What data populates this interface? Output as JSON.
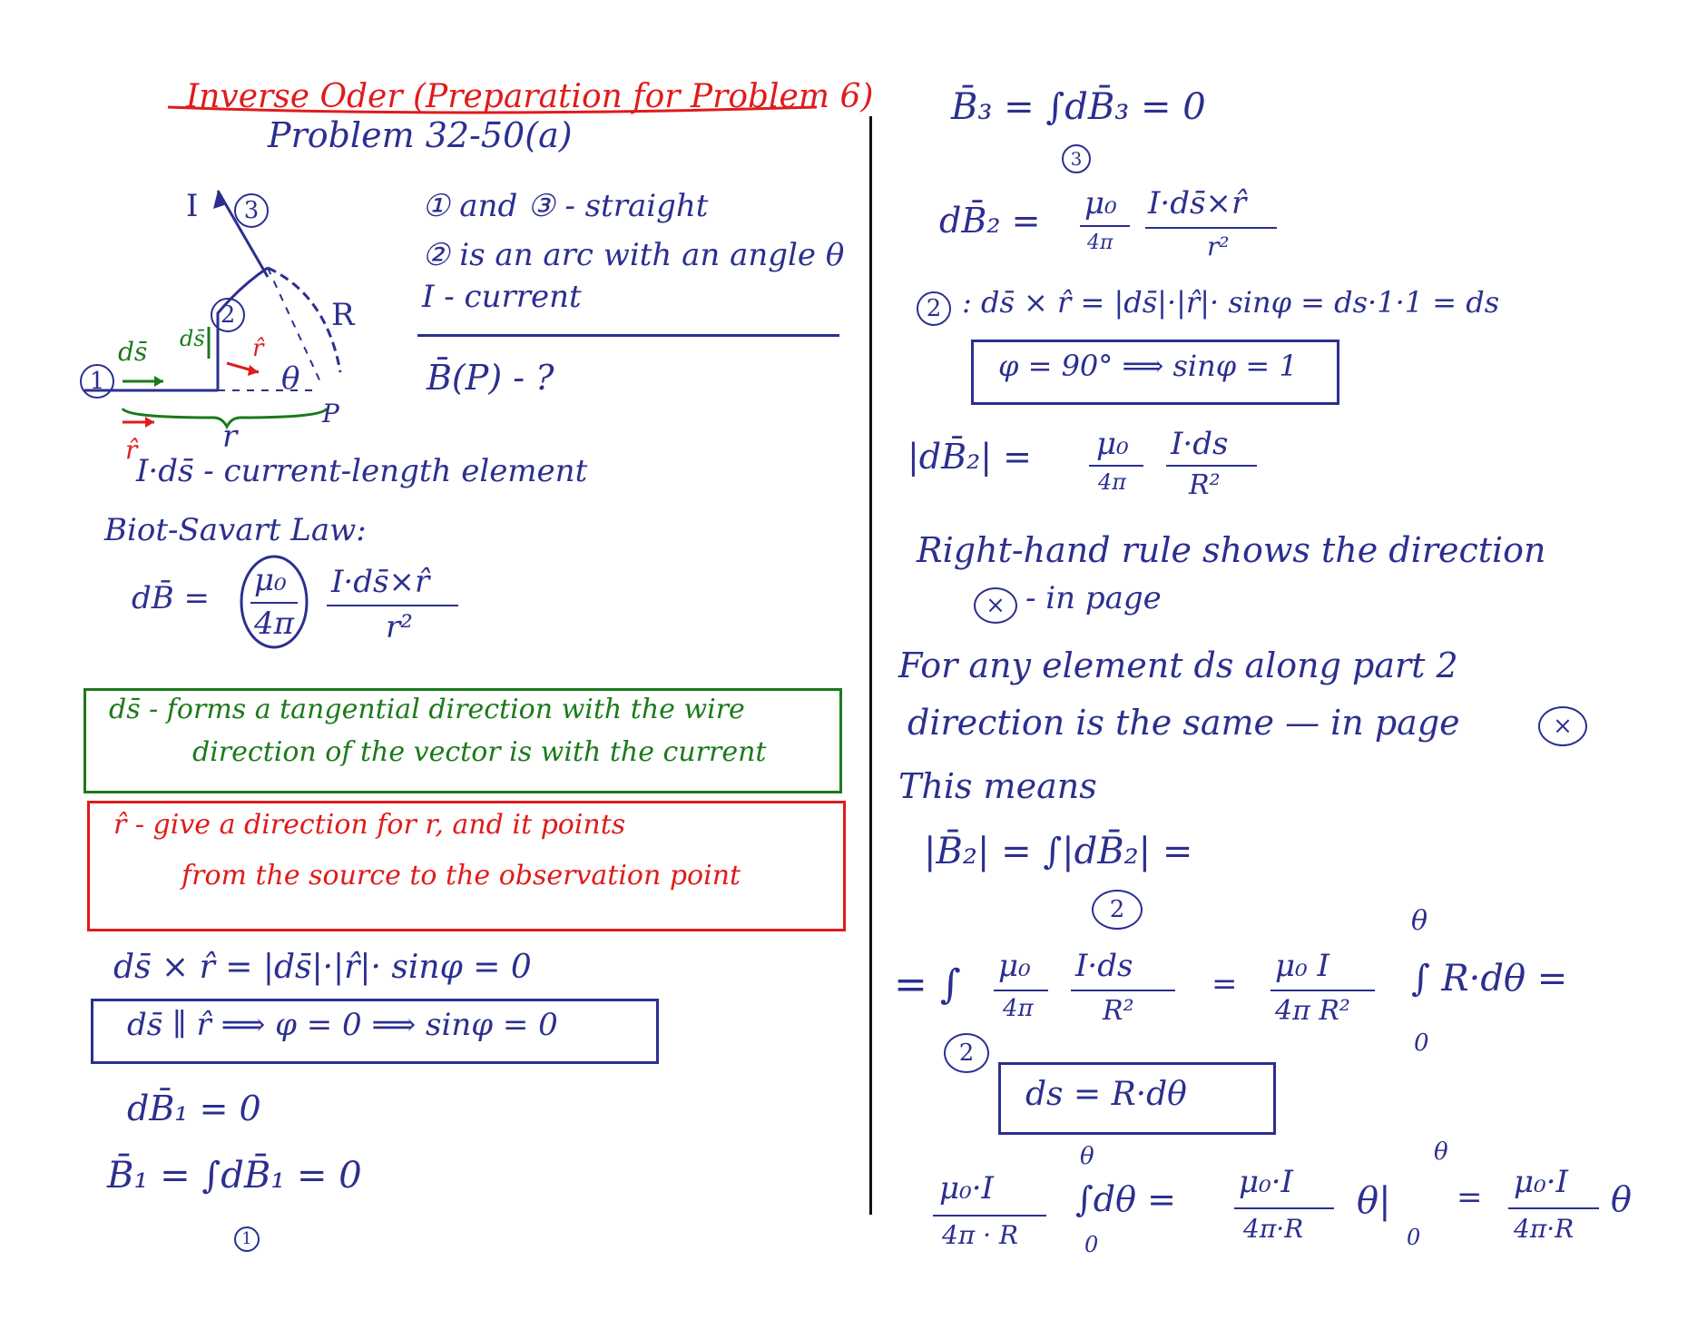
{
  "left": {
    "title": "Inverse Oder (Preparation for Problem 6)",
    "subtitle": "Problem 32-50(a)",
    "given": [
      "① and ③ - straight",
      "② is an arc with an angle θ",
      "I - current"
    ],
    "question": "B̄(P) - ?",
    "diagram": {
      "label_I": "I",
      "label_3": "3",
      "label_2": "2",
      "label_1": "1",
      "label_R": "R",
      "label_theta": "θ",
      "label_P": "P",
      "label_r": "r",
      "label_ds_green": "ds̄",
      "label_ds_green2": "ds̄",
      "label_r_hat_red": "r̂",
      "label_r_hat_red2": "r̂"
    },
    "element_note": "I·ds̄ - current-length element",
    "law_title": "Biot-Savart Law:",
    "law_lhs": "dB̄ =",
    "law_const_num": "μ₀",
    "law_const_den": "4π",
    "law_num": "I·ds̄×r̂",
    "law_den": "r²",
    "green_box": [
      "ds̄ - forms a tangential direction with the wire",
      "direction of the vector is with the current"
    ],
    "red_box": [
      "r̂ - give a direction for r, and it points",
      "from the source to the observation point"
    ],
    "cross1": "ds̄ × r̂ = |ds̄|·|r̂|· sinφ = 0",
    "cross1_box": "ds̄ ∥ r̂ ⟹ φ = 0 ⟹ sinφ = 0",
    "dB1": "dB̄₁ = 0",
    "B1": "B̄₁ = ∫dB̄₁ = 0",
    "B1_sub": "1"
  },
  "right": {
    "B3": "B̄₃ = ∫dB̄₃ = 0",
    "B3_sub": "3",
    "dB2_lhs": "dB̄₂ =",
    "dB2_const_num": "μ₀",
    "dB2_const_den": "4π",
    "dB2_num": "I·ds̄×r̂",
    "dB2_den": "r²",
    "step2_label": "2",
    "step2": ": ds̄ × r̂ = |ds̄|·|r̂|· sinφ = ds·1·1 = ds",
    "step2_box": "φ = 90° ⟹ sinφ = 1",
    "abs_lhs": "|dB̄₂| =",
    "abs_const_num": "μ₀",
    "abs_const_den": "4π",
    "abs_num": "I·ds",
    "abs_den": "R²",
    "rhr_line": "Right-hand rule shows the direction",
    "rhr_sub": "- in page",
    "any_line1": "For any element ds along part 2",
    "any_line2": "direction is the same — in page",
    "means": "This means",
    "B2_abs": "|B̄₂| = ∫|dB̄₂| =",
    "B2_sub": "2",
    "int_line_prefix": "= ∫",
    "int_const_num": "μ₀",
    "int_const_den": "4π",
    "int_num": "I·ds",
    "int_den": "R²",
    "int_eq": "=",
    "int2_num": "μ₀ I",
    "int2_den": "4π R²",
    "int2_body": "∫ R·dθ =",
    "int2_upper": "θ",
    "int2_lower": "0",
    "int_sub": "2",
    "ds_box": "ds = R·dθ",
    "final_num1": "μ₀·I",
    "final_den1": "4π · R",
    "final_int": "∫dθ =",
    "final_upper": "θ",
    "final_lower": "0",
    "final_num2": "μ₀·I",
    "final_den2": "4π·R",
    "final_eval": "θ|",
    "final_eval_upper": "θ",
    "final_eval_lower": "0",
    "final_eq": "=",
    "final_num3": "μ₀·I",
    "final_den3": "4π·R",
    "final_theta": "θ"
  }
}
